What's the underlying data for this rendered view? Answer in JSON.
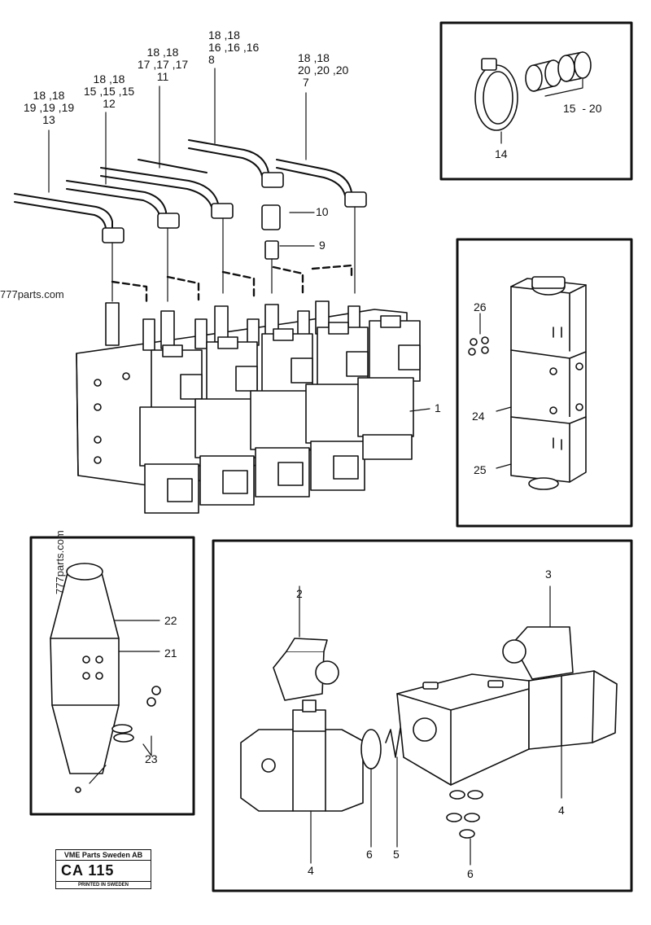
{
  "callouts": {
    "c13": [
      "18 ,18",
      "19 ,19 ,19",
      "13"
    ],
    "c12": [
      "18 ,18",
      "15 ,15 ,15",
      "12"
    ],
    "c11": [
      "18 ,18",
      "17 ,17 ,17",
      "11"
    ],
    "c8": [
      "18 ,18",
      "16 ,16 ,16",
      "8"
    ],
    "c7": [
      "18 ,18",
      "20 ,20 ,20",
      "7"
    ],
    "n10": "10",
    "n9": "9",
    "n1": "1",
    "n14": "14",
    "n15_20": "15  - 20",
    "n26": "26",
    "n24": "24",
    "n25": "25",
    "n22": "22",
    "n21": "21",
    "n23": "23",
    "n2": "2",
    "n3": "3",
    "n4a": "4",
    "n4b": "4",
    "n6a": "6",
    "n5": "5",
    "n6b": "6"
  },
  "watermark": {
    "side": "777parts.com",
    "vertical": "777parts.com"
  },
  "stamp": {
    "header": "VME Parts Sweden AB",
    "code": "CA 115",
    "footer": "PRINTED IN SWEDEN"
  }
}
